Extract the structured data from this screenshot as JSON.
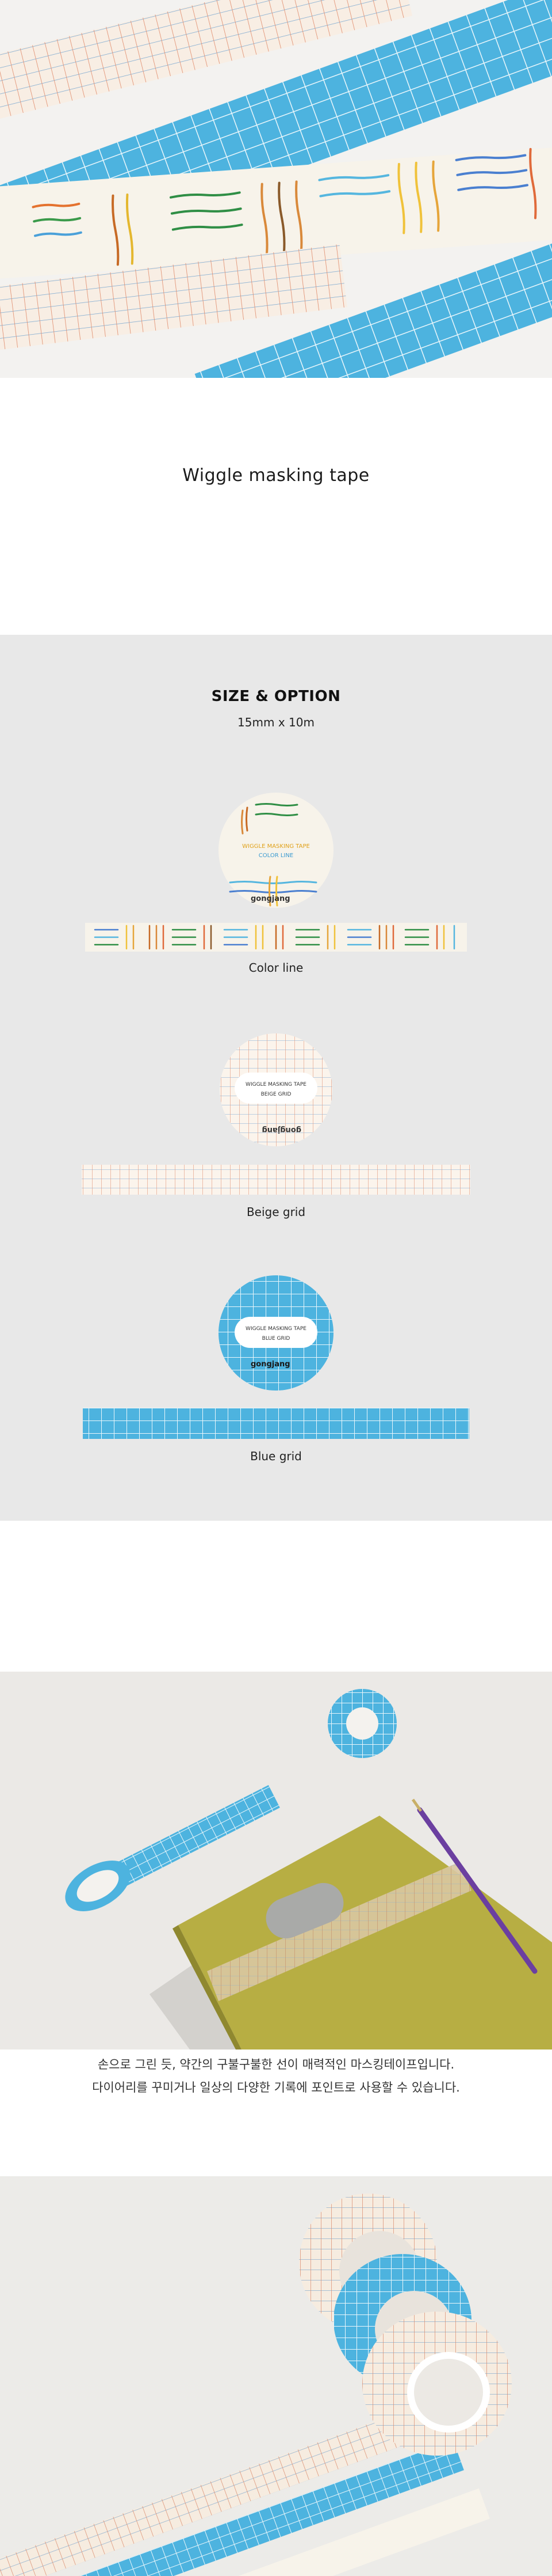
{
  "product_title": "Wiggle masking tape",
  "options": {
    "heading": "SIZE & OPTION",
    "size": "15mm x 10m",
    "items": [
      {
        "label": "Color line"
      },
      {
        "label": "Beige grid"
      },
      {
        "label": "Blue grid"
      }
    ]
  },
  "tape_print": {
    "name_line1": "WIGGLE MASKING TAPE",
    "variant_color": "COLOR LINE",
    "variant_beige": "BEIGE GRID",
    "variant_blue": "BLUE GRID",
    "brand": "gongjang"
  },
  "description": {
    "line1": "손으로 그린 듯, 약간의 구불구불한 선이 매력적인 마스킹테이프입니다.",
    "line2": "다이어리를 꾸미거나 일상의 다양한 기록에 포인트로 사용할 수 있습니다."
  },
  "colors": {
    "blue_tape": "#4db3df",
    "beige_tape": "#f8eee4",
    "cream": "#f7f3ea",
    "option_bg": "#e8e8e8",
    "notebook": "#b7ae43"
  }
}
